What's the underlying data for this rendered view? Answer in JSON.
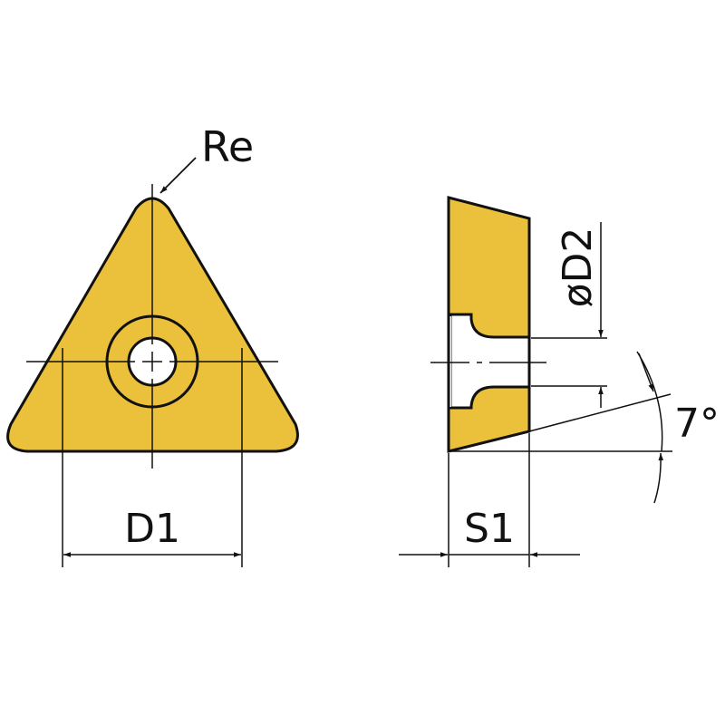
{
  "diagram": {
    "title": "Triangular insert drawing",
    "colors": {
      "insert_fill": "#EBC03A",
      "outline": "#111111",
      "background": "#FFFFFF",
      "hole": "#FFFFFF"
    },
    "labels": {
      "corner_radius": "Re",
      "inscribed_dimension": "D1",
      "hole_diameter": "øD2",
      "thickness": "S1",
      "clearance_angle": "7°"
    },
    "views": {
      "top_view": "triangle insert with center hole",
      "side_view": "side section with countersunk hole"
    }
  }
}
